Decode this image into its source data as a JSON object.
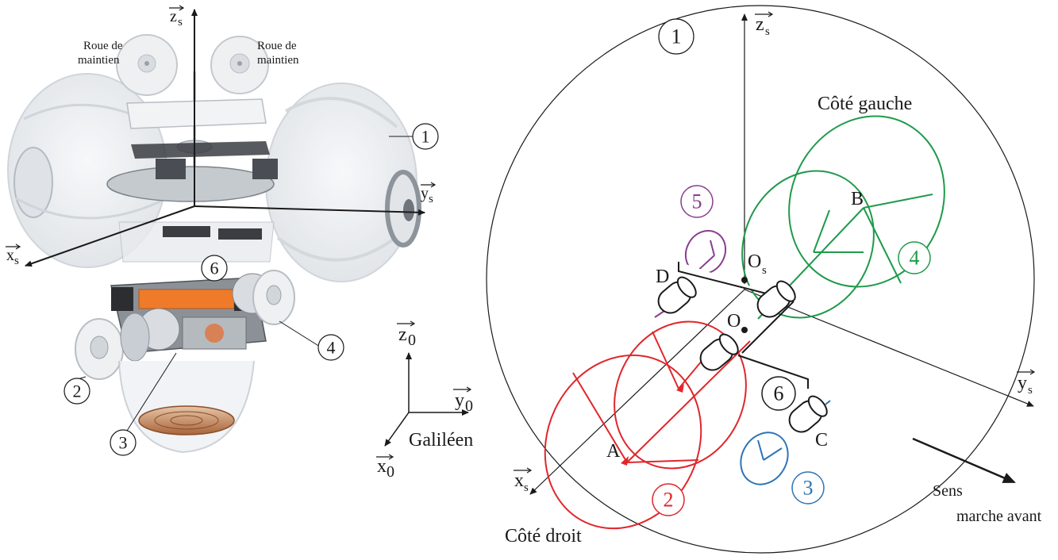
{
  "colors": {
    "ink": "#1a1a1a",
    "part2": "#e1262b",
    "part3": "#2e74b5",
    "part4": "#1f9a4b",
    "part5": "#8a3d8f",
    "rendered_ghost": "#c9ced4",
    "rendered_orange": "#ef7b2a",
    "rendered_copper": "#b06a3d"
  },
  "left_render": {
    "axis_zs": "z",
    "axis_ys": "y",
    "axis_xs": "x",
    "axis_subscript": "s",
    "roue_left_line1": "Roue de",
    "roue_left_line2": "maintien",
    "roue_right_line1": "Roue de",
    "roue_right_line2": "maintien",
    "callout_1": "1",
    "callout_2": "2",
    "callout_3": "3",
    "callout_4": "4",
    "callout_6": "6"
  },
  "galilean_frame": {
    "z": "z",
    "y": "y",
    "x": "x",
    "subscript": "0",
    "label": "Galiléen"
  },
  "kinematic": {
    "circle_1": "1",
    "axis_zs": "z",
    "axis_ys": "y",
    "axis_xs": "x",
    "axis_subscript": "s",
    "cote_gauche": "Côté gauche",
    "cote_droit": "Côté droit",
    "point_A": "A",
    "point_B": "B",
    "point_C": "C",
    "point_D": "D",
    "point_O": "O",
    "point_Os": "O",
    "point_Os_sub": "s",
    "part_2": "2",
    "part_3": "3",
    "part_4": "4",
    "part_5": "5",
    "part_6": "6",
    "sens_line1": "Sens",
    "sens_line2": "marche avant"
  }
}
